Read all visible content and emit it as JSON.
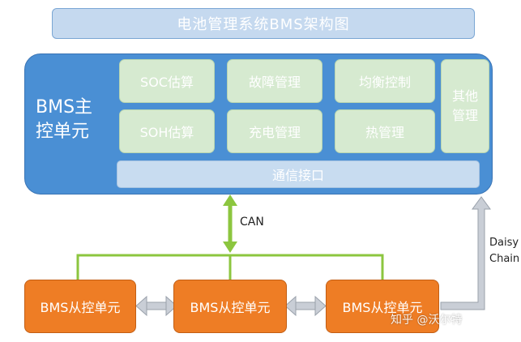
{
  "title": "电池管理系统BMS架构图",
  "master": {
    "label_line1": "BMS主",
    "label_line2": "控单元",
    "modules": {
      "soc": "SOC估算",
      "fault": "故障管理",
      "balance": "均衡控制",
      "other_line1": "其他",
      "other_line2": "管理",
      "soh": "SOH估算",
      "charge": "充电管理",
      "thermal": "热管理"
    },
    "comm_interface": "通信接口"
  },
  "links": {
    "can": "CAN",
    "daisy_line1": "Daisy",
    "daisy_line2": "Chain"
  },
  "slaves": [
    "BMS从控单元",
    "BMS从控单元",
    "BMS从控单元"
  ],
  "watermark": "知乎 @沃尔特",
  "colors": {
    "master_fill": "#4a8fd4",
    "module_fill": "#d6ead0",
    "slave_fill": "#ee7d25",
    "can_bus": "#8cc63f",
    "daisy_chain": "#c9ced6"
  }
}
